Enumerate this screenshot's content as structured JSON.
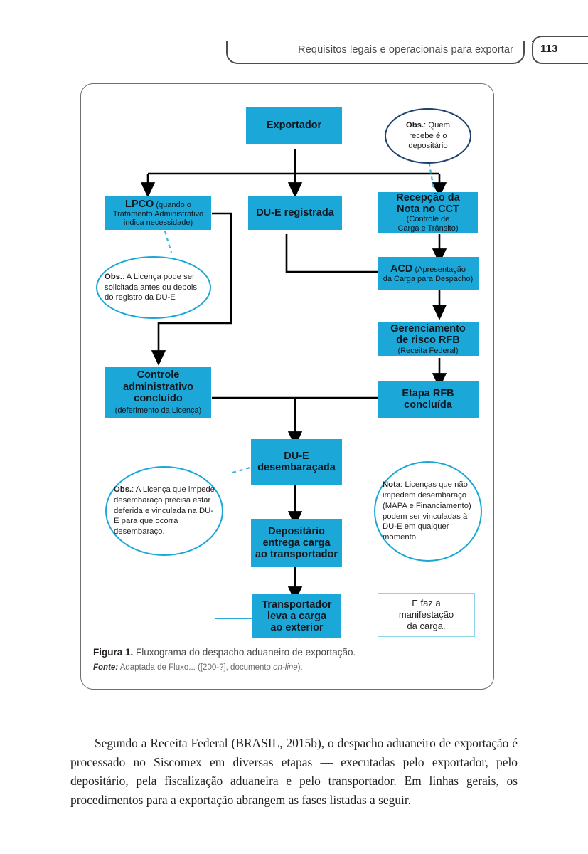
{
  "header": {
    "running_title": "Requisitos legais e operacionais para exportar",
    "page_number": "113"
  },
  "figure": {
    "caption_label": "Figura 1.",
    "caption_text": " Fluxograma do despacho aduaneiro de exportação.",
    "source_label": "Fonte:",
    "source_text": " Adaptada de Fluxo... ([200-?], documento ",
    "source_italic": "on-line",
    "source_tail": ")."
  },
  "flowchart": {
    "title": "Fluxograma do despacho aduaneiro de exportação",
    "accent_fill": "#1ba7d7",
    "balloon_navy": "#1f3f6e",
    "balloon_cyan": "#17a8d6",
    "nodes": {
      "exportador": {
        "line1": "Exportador"
      },
      "lpco": {
        "strong": "LPCO",
        "small": " (quando o",
        "line2": "Tratamento  Administrativo",
        "line3": "indica necessidade)"
      },
      "due_registrada": {
        "line1": "DU-E registrada"
      },
      "recepcao": {
        "line1": "Recepção da",
        "line2": "Nota no CCT",
        "line3": "(Controle de",
        "line4": "Carga e Trânsito)"
      },
      "acd": {
        "strong": "ACD",
        "small": " (Apresentação",
        "line2": "da Carga para Despacho)"
      },
      "gerenciamento": {
        "line1": "Gerenciamento",
        "line2": "de risco RFB",
        "line3": "(Receita Federal)"
      },
      "controle_adm": {
        "line1": "Controle",
        "line2": "administrativo",
        "line3": "concluído",
        "line4": "(deferimento da Licença)"
      },
      "etapa_rfb": {
        "line1": "Etapa RFB",
        "line2": "concluída"
      },
      "due_desembaracada": {
        "line1": "DU-E",
        "line2": "desembaraçada"
      },
      "depositario": {
        "line1": "Depositário",
        "line2": "entrega carga",
        "line3": "ao transportador"
      },
      "transportador": {
        "line1": "Transportador",
        "line2": "leva a carga",
        "line3": "ao exterior"
      },
      "manifestacao": {
        "line1": "E faz a",
        "line2": "manifestação",
        "line3": "da carga."
      }
    },
    "balloons": {
      "obs_depositario": {
        "label": "Obs.",
        "text": ": Quem recebe é o depositário",
        "align": "center"
      },
      "obs_licenca_lpco": {
        "label": "Obs.",
        "text": ": A Licença pode ser solicitada antes ou depois do registro da DU-E"
      },
      "obs_licenca_desembaraco": {
        "label": "Obs.",
        "text": ": A Licença que impede desembaraço precisa estar deferida e vinculada na DU-E para que ocorra desembaraço."
      },
      "nota_licencas": {
        "label": "Nota",
        "text": ": Licenças que não impedem desembaraço (MAPA e Financiamento) podem ser vinculadas à DU-E em qualquer momento."
      }
    }
  },
  "body": {
    "paragraph": "Segundo a Receita Federal (BRASIL, 2015b), o despacho aduaneiro de exportação é processado no Siscomex em diversas etapas — executadas pelo exportador, pelo depositário, pela fiscalização aduaneira e pelo transportador. Em linhas gerais, os procedimentos para a exportação abrangem as fases listadas a seguir."
  }
}
